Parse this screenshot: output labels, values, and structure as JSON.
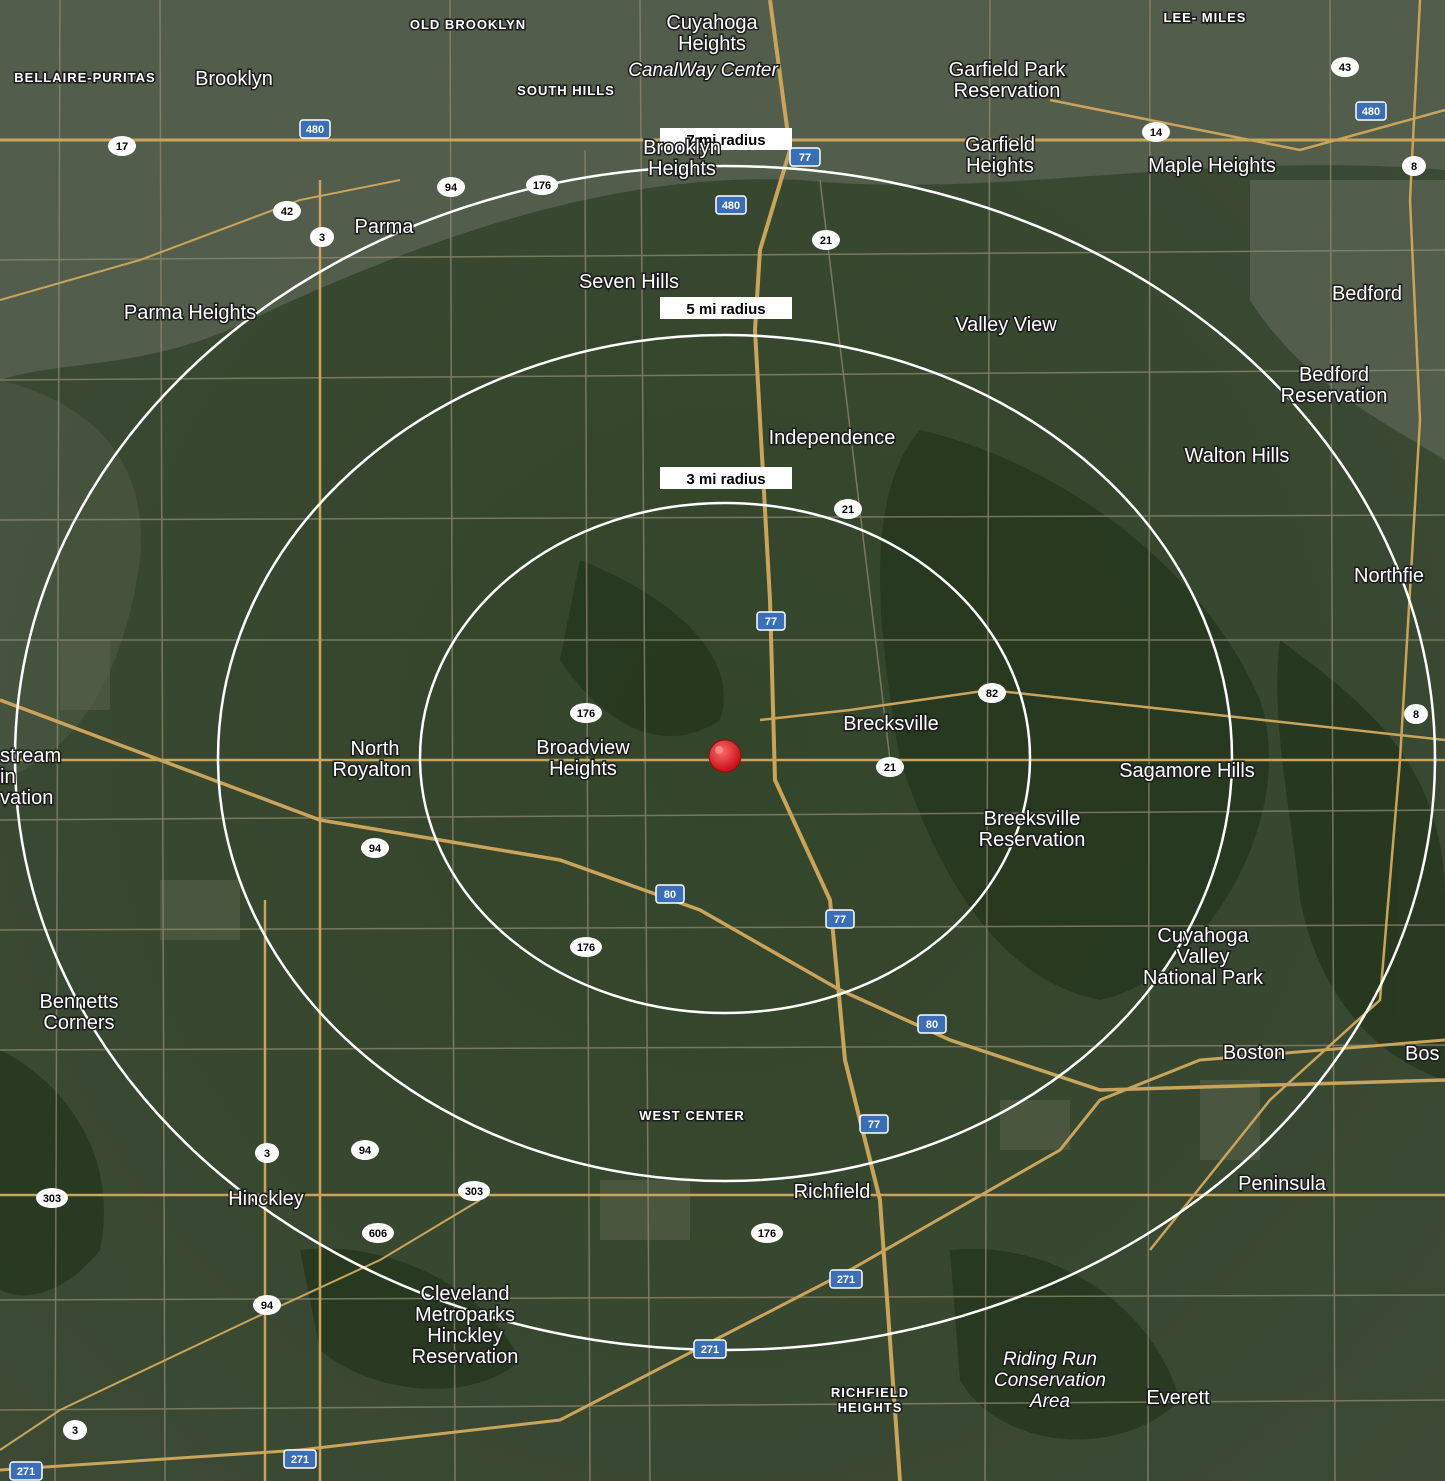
{
  "map": {
    "colors": {
      "terrain": "#34472b",
      "road_major": "#c9a45a",
      "road_minor": "#8f8a72",
      "ring": "#ffffff",
      "marker": "#e0262c"
    },
    "radius_labels": [
      "7 mi radius",
      "5 mi radius",
      "3 mi radius"
    ],
    "places": [
      "Cuyahoga",
      "Heights",
      "Brooklyn",
      "Garfield Park",
      "Reservation",
      "Garfield",
      "Heights",
      "Maple Heights",
      "Parma",
      "Seven Hills",
      "Parma Heights",
      "Bedford",
      "Valley View",
      "Bedford",
      "Reservation",
      "Independence",
      "Walton Hills",
      "Northfie",
      "Brecksville",
      "Broadview",
      "Heights",
      "North",
      "Royalton",
      "Sagamore Hills",
      "Breeksville",
      "Reservation",
      "stream",
      "in",
      "vation",
      "Cuyahoga",
      "Valley",
      "National Park",
      "Bennetts",
      "Corners",
      "Boston",
      "Bos",
      "Peninsula",
      "Richfield",
      "Hinckley",
      "Cleveland",
      "Metroparks",
      "Hinckley",
      "Reservation",
      "Riding Run",
      "Conservation",
      "Area",
      "Everett",
      "Brooklyn",
      "Heights",
      "CanalWay Center"
    ],
    "small_places": [
      "OLD BROOKLYN",
      "BELLAIRE-PURITAS",
      "SOUTH HILLS",
      "LEE- MILES",
      "WEST CENTER",
      "RICHFIELD",
      "HEIGHTS"
    ],
    "shields": [
      "480",
      "77",
      "480",
      "480",
      "17",
      "94",
      "176",
      "42",
      "3",
      "21",
      "21",
      "77",
      "82",
      "176",
      "21",
      "8",
      "94",
      "80",
      "77",
      "176",
      "80",
      "77",
      "3",
      "94",
      "303",
      "303",
      "606",
      "176",
      "271",
      "271",
      "94",
      "3",
      "271",
      "271",
      "43",
      "14",
      "8"
    ],
    "marker_icon": "location-pin-icon"
  }
}
